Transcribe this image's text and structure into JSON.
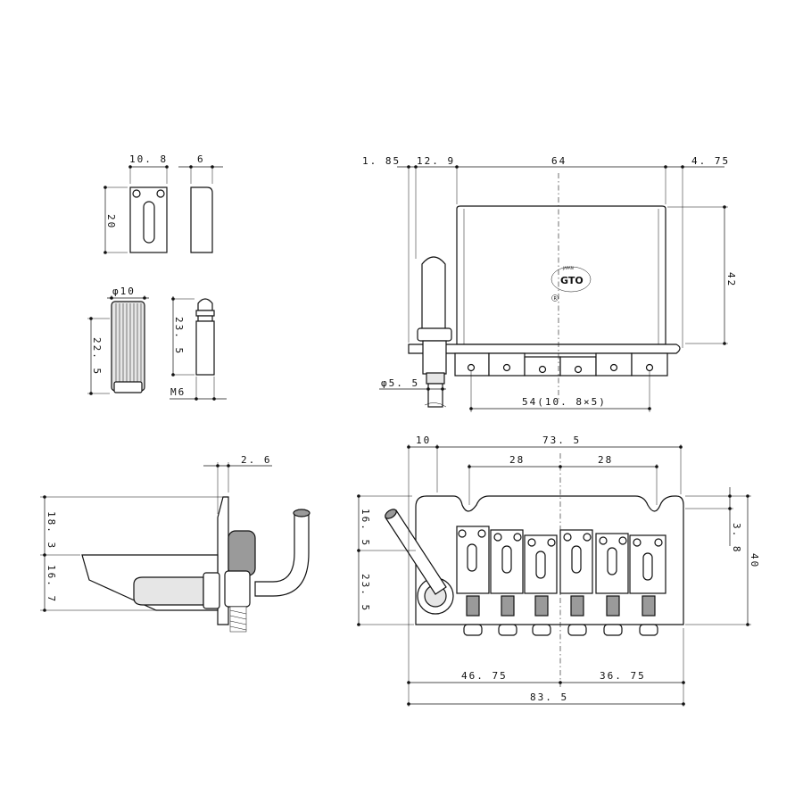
{
  "diagram": {
    "saddle_top": {
      "width": "10. 8",
      "height": "20",
      "side_width": "6"
    },
    "parts_small": {
      "knob_dia": "φ10",
      "knob_height": "22. 5",
      "screw_length": "23. 5",
      "screw_thread": "M6"
    },
    "top_view": {
      "d1": "1. 85",
      "d2": "12. 9",
      "d3": "64",
      "d4": "4. 75",
      "height": "42",
      "arm_dia": "φ5. 5",
      "spacing": "54(10. 8×5)",
      "logo_text": "GTO",
      "logo_sub": "JAPAN",
      "logo_mark": "R"
    },
    "side_view": {
      "thickness": "2. 6",
      "upper": "18. 3",
      "lower": "16. 7"
    },
    "front_view": {
      "left_offset": "10",
      "top_span": "73. 5",
      "left_stud": "28",
      "right_stud": "28",
      "upper_left": "16. 5",
      "lower_left": "23. 5",
      "right_small": "3. 8",
      "right_total": "40",
      "bottom_left": "46. 75",
      "bottom_right": "36. 75",
      "total": "83. 5"
    }
  }
}
